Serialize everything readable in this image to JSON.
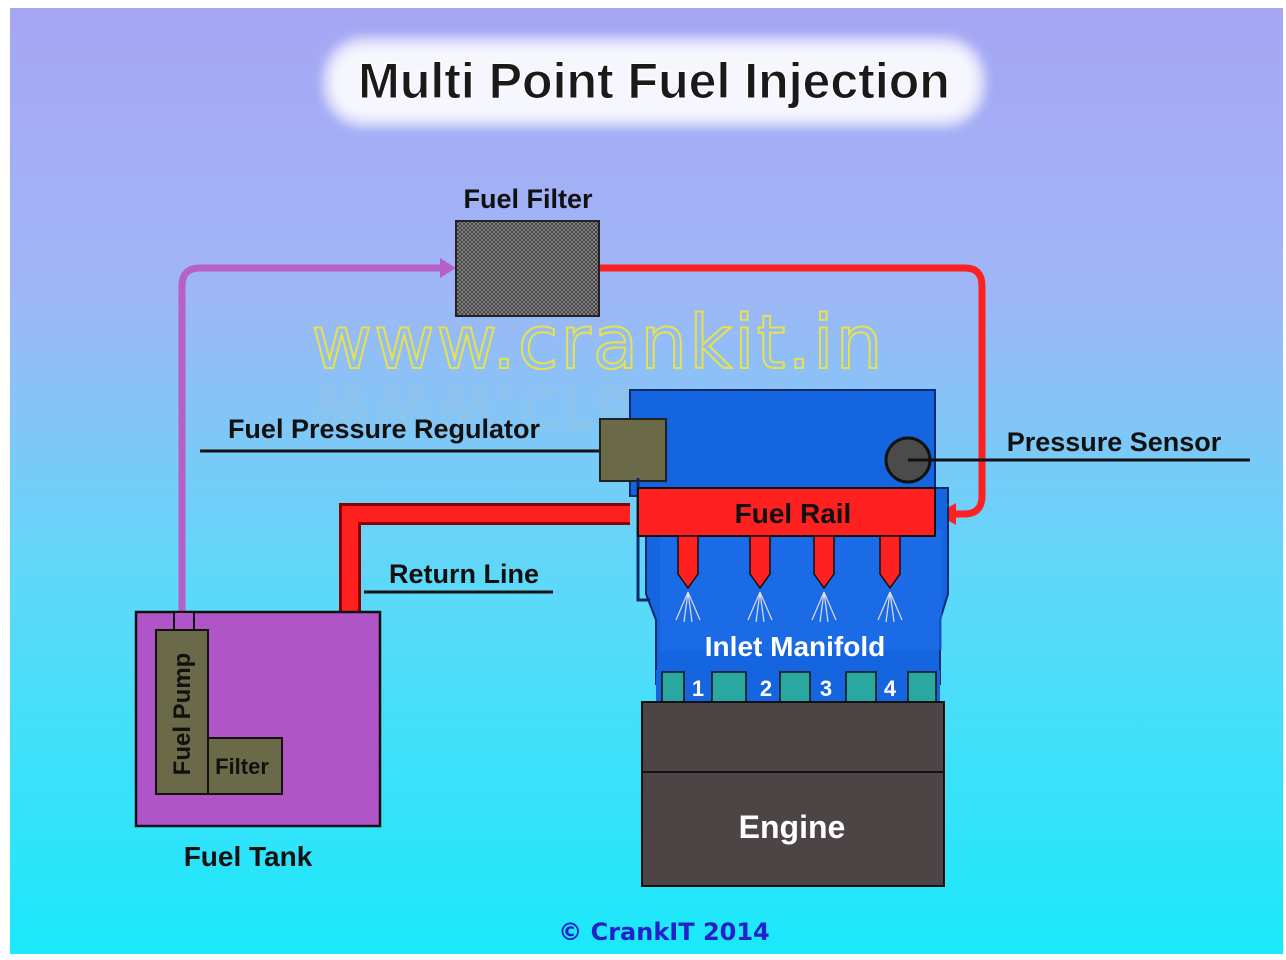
{
  "title": "Multi Point Fuel Injection",
  "watermark": "www.crankit.in",
  "copyright": "© CrankIT 2014",
  "labels": {
    "fuel_filter": "Fuel Filter",
    "fuel_pressure_regulator": "Fuel Pressure Regulator",
    "pressure_sensor": "Pressure Sensor",
    "fuel_rail": "Fuel Rail",
    "return_line": "Return Line",
    "inlet_manifold": "Inlet Manifold",
    "fuel_pump": "Fuel Pump",
    "filter": "Filter",
    "fuel_tank": "Fuel Tank",
    "engine": "Engine"
  },
  "cylinders": [
    "1",
    "2",
    "3",
    "4"
  ],
  "colors": {
    "feed_line": "#b761c8",
    "pressure_line": "#ff2020",
    "manifold": "#1565e0",
    "tank": "#b055c8",
    "engine": "#4d4545",
    "copyright": "#2222cc"
  }
}
